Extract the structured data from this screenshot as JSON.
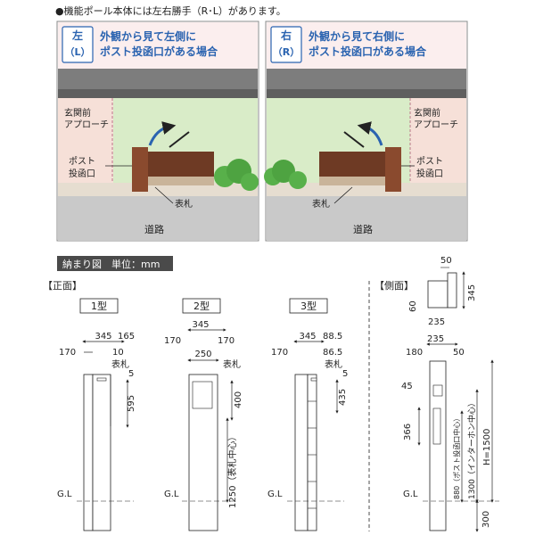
{
  "note": "●機能ポール本体には左右勝手（R･L）があります。",
  "left_panel": {
    "tag_top": "左",
    "tag_bottom": "（L）",
    "title_line1": "外観から見て左側に",
    "title_line2": "ポスト投函口がある場合",
    "label_entrance_1": "玄関前",
    "label_entrance_2": "アプローチ",
    "label_post_1": "ポスト",
    "label_post_2": "投函口",
    "label_nameplate": "表札",
    "label_road": "道路"
  },
  "right_panel": {
    "tag_top": "右",
    "tag_bottom": "（R）",
    "title_line1": "外観から見て右側に",
    "title_line2": "ポスト投函口がある場合",
    "label_entrance_1": "玄関前",
    "label_entrance_2": "アプローチ",
    "label_post_1": "ポスト",
    "label_post_2": "投函口",
    "label_nameplate": "表札",
    "label_road": "道路"
  },
  "fit_bar": "納まり図　単位：mm",
  "front_label": "【正面】",
  "side_label": "【側面】",
  "types": {
    "t1": {
      "title": "1型",
      "d345": "345",
      "d165": "165",
      "d170": "170",
      "d10": "10",
      "d5": "5",
      "nameplate": "表札",
      "d595": "595",
      "gl": "G.L"
    },
    "t2": {
      "title": "2型",
      "d345": "345",
      "d170a": "170",
      "d170b": "170",
      "d250": "250",
      "nameplate": "表札",
      "d400": "400",
      "d1250": "1250（表札中心）",
      "gl": "G.L"
    },
    "t3": {
      "title": "3型",
      "d345": "345",
      "d885": "88.5",
      "d170": "170",
      "d865": "86.5",
      "nameplate": "表札",
      "d5": "5",
      "d435": "435",
      "gl": "G.L"
    }
  },
  "side": {
    "top_d50": "50",
    "top_d345": "345",
    "top_d60": "60",
    "top_d235": "235",
    "d235": "235",
    "d180": "180",
    "d50": "50",
    "d45": "45",
    "d366": "366",
    "d880": "880（ポスト投函口中心）",
    "d1300": "1300（インターホン中心）",
    "d1500": "H=1500",
    "d300": "300",
    "gl": "G.L"
  },
  "colors": {
    "accent_blue": "#2a63b0",
    "panel_pink": "#f6e2e2",
    "roof": "#7d7d7d",
    "ground": "#c9c9c9",
    "wall_green": "#d9ecc8",
    "post_brown": "#8a4a2e"
  }
}
